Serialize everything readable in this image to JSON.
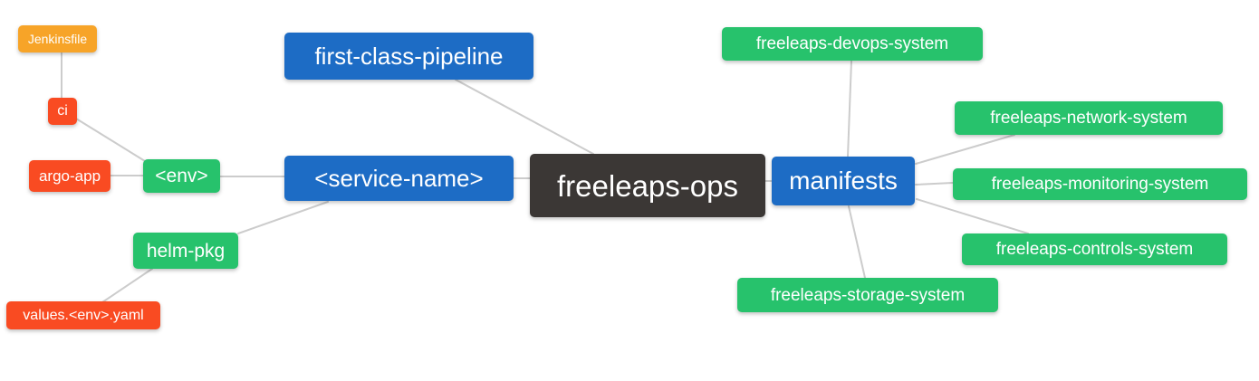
{
  "diagram": {
    "type": "mindmap",
    "root_label": "freeleaps-ops",
    "nodes": [
      {
        "id": "jenkinsfile",
        "label": "Jenkinsfile",
        "level": "leaf",
        "color": "orange"
      },
      {
        "id": "ci",
        "label": "ci",
        "level": "leaf",
        "color": "red"
      },
      {
        "id": "argo-app",
        "label": "argo-app",
        "level": "leaf",
        "color": "red"
      },
      {
        "id": "env",
        "label": "<env>",
        "level": "secondary",
        "color": "green"
      },
      {
        "id": "helm-pkg",
        "label": "helm-pkg",
        "level": "secondary",
        "color": "green"
      },
      {
        "id": "values-env-yaml",
        "label": "values.<env>.yaml",
        "level": "leaf",
        "color": "red"
      },
      {
        "id": "first-class-pipeline",
        "label": "first-class-pipeline",
        "level": "primary",
        "color": "blue"
      },
      {
        "id": "service-name",
        "label": "<service-name>",
        "level": "primary",
        "color": "blue"
      },
      {
        "id": "freeleaps-ops",
        "label": "freeleaps-ops",
        "level": "root",
        "color": "dark"
      },
      {
        "id": "manifests",
        "label": "manifests",
        "level": "primary",
        "color": "blue"
      },
      {
        "id": "freeleaps-devops-system",
        "label": "freeleaps-devops-system",
        "level": "secondary",
        "color": "green"
      },
      {
        "id": "freeleaps-network-system",
        "label": "freeleaps-network-system",
        "level": "secondary",
        "color": "green"
      },
      {
        "id": "freeleaps-monitoring-system",
        "label": "freeleaps-monitoring-system",
        "level": "secondary",
        "color": "green"
      },
      {
        "id": "freeleaps-controls-system",
        "label": "freeleaps-controls-system",
        "level": "secondary",
        "color": "green"
      },
      {
        "id": "freeleaps-storage-system",
        "label": "freeleaps-storage-system",
        "level": "secondary",
        "color": "green"
      }
    ],
    "edges": [
      [
        "Jenkinsfile",
        "ci"
      ],
      [
        "ci",
        "<env>"
      ],
      [
        "argo-app",
        "<env>"
      ],
      [
        "<env>",
        "<service-name>"
      ],
      [
        "helm-pkg",
        "<service-name>"
      ],
      [
        "values.<env>.yaml",
        "helm-pkg"
      ],
      [
        "first-class-pipeline",
        "freeleaps-ops"
      ],
      [
        "<service-name>",
        "freeleaps-ops"
      ],
      [
        "freeleaps-ops",
        "manifests"
      ],
      [
        "manifests",
        "freeleaps-devops-system"
      ],
      [
        "manifests",
        "freeleaps-network-system"
      ],
      [
        "manifests",
        "freeleaps-monitoring-system"
      ],
      [
        "manifests",
        "freeleaps-controls-system"
      ],
      [
        "manifests",
        "freeleaps-storage-system"
      ]
    ]
  },
  "palette": {
    "background": "#ffffff",
    "edge": "#cccccc",
    "dark": "#3b3735",
    "blue": "#1d6cc5",
    "green": "#27c26c",
    "red": "#f94b22",
    "orange": "#f7a428"
  }
}
